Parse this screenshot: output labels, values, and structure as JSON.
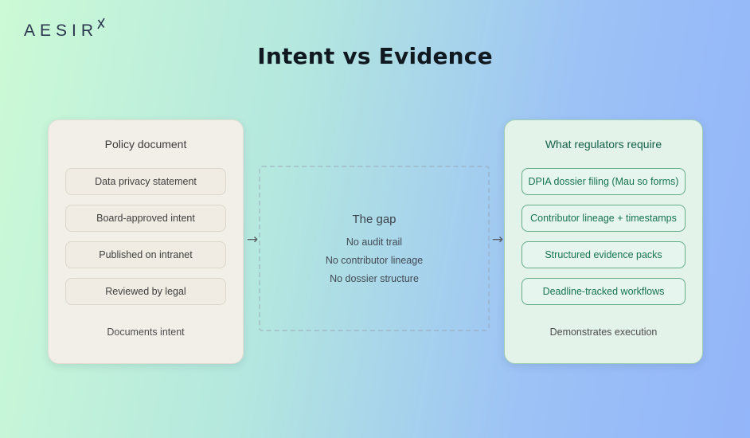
{
  "page": {
    "title": "Intent vs Evidence"
  },
  "logo": {
    "text": "AESIR",
    "mark_icon": "x-mark-icon"
  },
  "left_card": {
    "heading": "Policy document",
    "items": [
      "Data privacy statement",
      "Board-approved intent",
      "Published on intranet",
      "Reviewed by legal"
    ],
    "footer": "Documents intent"
  },
  "gap_box": {
    "heading": "The gap",
    "lines": [
      "No audit trail",
      "No contributor lineage",
      "No dossier structure"
    ]
  },
  "right_card": {
    "heading": "What regulators require",
    "items": [
      "DPIA dossier filing (Mau so forms)",
      "Contributor lineage + timestamps",
      "Structured evidence packs",
      "Deadline-tracked workflows"
    ],
    "footer": "Demonstrates execution"
  },
  "arrows": {
    "glyph": "→"
  },
  "colors": {
    "background_gradient_start": "#ccfad6",
    "background_gradient_end": "#93b5f9",
    "left_card_bg": "#f2efe9",
    "right_card_bg": "#e3f3ea",
    "right_accent_green": "#14604a",
    "title_text": "#101820",
    "logo_navy": "#2b3550"
  }
}
